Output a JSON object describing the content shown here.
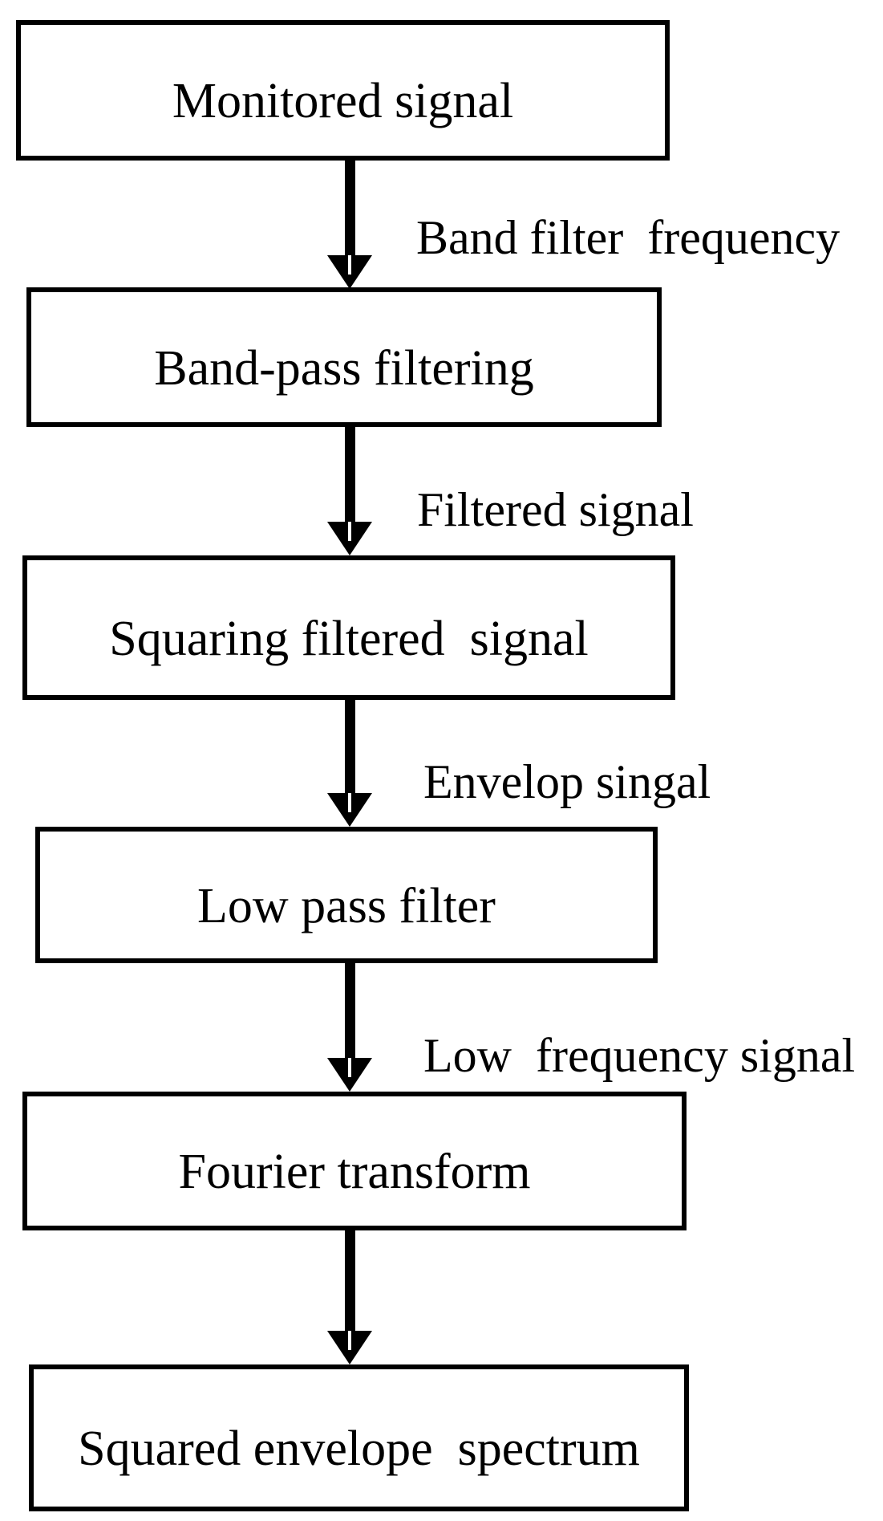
{
  "diagram": {
    "type": "flowchart",
    "direction": "top-down",
    "colors": {
      "line": "#000000",
      "box_fill": "#ffffff",
      "background": "#ffffff",
      "text": "#000000"
    },
    "boxes": [
      {
        "id": "monitored-signal",
        "label": "Monitored signal"
      },
      {
        "id": "band-pass-filtering",
        "label": "Band-pass filtering"
      },
      {
        "id": "squaring-filtered-signal",
        "label": "Squaring filtered  signal"
      },
      {
        "id": "low-pass-filter",
        "label": "Low pass filter"
      },
      {
        "id": "fourier-transform",
        "label": "Fourier transform"
      },
      {
        "id": "squared-envelope-spectrum",
        "label": "Squared envelope  spectrum"
      }
    ],
    "arrows": [
      {
        "from": "monitored-signal",
        "to": "band-pass-filtering",
        "label": "Band filter  frequency"
      },
      {
        "from": "band-pass-filtering",
        "to": "squaring-filtered-signal",
        "label": "Filtered signal"
      },
      {
        "from": "squaring-filtered-signal",
        "to": "low-pass-filter",
        "label": "Envelop singal"
      },
      {
        "from": "low-pass-filter",
        "to": "fourier-transform",
        "label": "Low  frequency signal"
      },
      {
        "from": "fourier-transform",
        "to": "squared-envelope-spectrum",
        "label": ""
      }
    ]
  }
}
